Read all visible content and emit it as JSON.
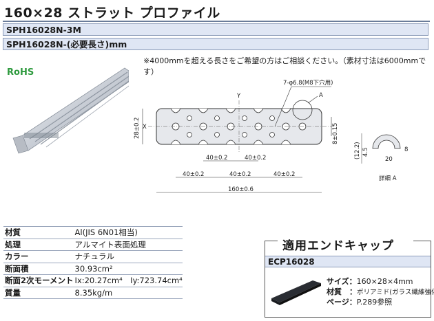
{
  "title": "160×28 ストラット プロファイル",
  "models": [
    "SPH16028N-3M",
    "SPH16028N-(必要長さ)mm"
  ],
  "note": "※4000mmを超える長さをご希望の方はご相談ください。（素材寸法は6000mmです）",
  "logo_text": "RoHS",
  "drawing": {
    "hole_label": "7-φ6.8(M8下穴用)",
    "axis_x": "X",
    "axis_y": "Y",
    "callout": "A",
    "height": "28±0.2",
    "side_dim": "8±0.15",
    "inner_dims": [
      "40±0.2",
      "40±0.2"
    ],
    "lower_dims": [
      "40±0.2",
      "40±0.2",
      "40±0.2"
    ],
    "overall": "160±0.6",
    "detail_dims": [
      "(12.2)",
      "4.5",
      "20",
      "8"
    ],
    "detail_label": "詳細 A"
  },
  "specs": [
    {
      "label": "材質",
      "value": "Al(JIS 6N01相当)"
    },
    {
      "label": "処理",
      "value": "アルマイト表面処理"
    },
    {
      "label": "カラー",
      "value": "ナチュラル"
    },
    {
      "label": "断面積",
      "value": "30.93cm²"
    },
    {
      "label": "断面2次モーメント",
      "value": "Ix:20.27cm⁴　Iy:723.74cm⁴"
    },
    {
      "label": "質量",
      "value": "8.35kg/m"
    }
  ],
  "end_cap": {
    "heading": "適用エンドキャップ",
    "model": "ECP16028",
    "size_label": "サイズ：",
    "size_value": "160×28×4mm",
    "material_label": "材質　：",
    "material_value": "ポリアミド(ガラス繊維強化)",
    "page_label": "ページ：",
    "page_value": "P.289参照"
  },
  "colors": {
    "header_bg": "#dfe6f4",
    "rule": "#6a7c9a",
    "logo_green": "#2e9a3e",
    "profile_fill": "#e6e8ec"
  }
}
